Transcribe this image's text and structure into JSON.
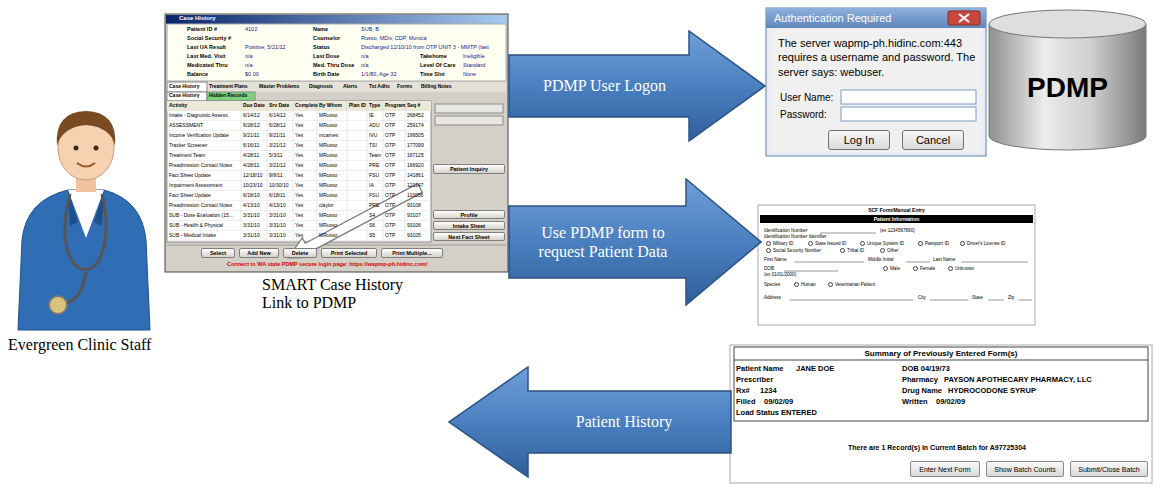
{
  "diagram": {
    "nodes": [
      {
        "text": [
          "SMART Case History Link to PDMP"
        ]
      },
      {
        "text": [
          "Patient Inquiry"
        ],
        "in": 0
      },
      {
        "text": [
          "Profile"
        ],
        "in": 0
      },
      {
        "text": [
          "Intake Sheet"
        ],
        "in": 0
      },
      {
        "text": [
          "Next Fact Sheet"
        ],
        "in": 0
      },
      {
        "text": [
          "Select"
        ],
        "in": 0
      },
      {
        "text": [
          "Add New"
        ],
        "in": 0
      },
      {
        "text": [
          "Delete"
        ],
        "in": 0
      },
      {
        "text": [
          "Print Selected"
        ],
        "in": 0
      },
      {
        "text": [
          "Print Multiple..."
        ],
        "in": 0
      },
      {
        "text": [
          "PDMP User Logon"
        ]
      },
      {
        "text": [
          "Authentication Required",
          "The server wapmp-ph.hidinc.com:443 requires a username and password. The server says: webuser."
        ]
      },
      {
        "text": [
          "Log In"
        ],
        "in": 11
      },
      {
        "text": [
          "Cancel"
        ],
        "in": 11
      },
      {
        "text": [
          "PDMP"
        ]
      },
      {
        "text": [
          "Use PDMP form to request Patient Data"
        ]
      },
      {
        "text": [
          "SCF Form/Manual Entry"
        ]
      },
      {
        "text": [
          "Patient Information"
        ],
        "in": 16
      },
      {
        "text": [
          "Patient History"
        ]
      },
      {
        "text": [
          "Summary of Previously Entered Form(s)"
        ]
      },
      {
        "text": [
          "Enter Next Form"
        ],
        "in": 19
      },
      {
        "text": [
          "Show Batch Counts"
        ],
        "in": 19
      },
      {
        "text": [
          "Submit/Close Batch"
        ],
        "in": 19
      }
    ],
    "labels": [
      "Evergreen Clinic Staff",
      "Case History",
      "Patient ID #",
      "4102",
      "Name",
      "SUB, B",
      "Social Security #",
      "Counselor",
      "Russo, MDiv, CDP, Monica",
      "Last UA Result",
      "Positive, 5/21/12",
      "Status",
      "Discharged 12/10/10 from OTP UNIT 3 - MMTP (last",
      "Last Med. Visit",
      "n/a",
      "Last Dose",
      "n/a",
      "Takehome",
      "Ineligible",
      "Medicated Thru",
      "n/a",
      "Med. Thru Dose",
      "n/a",
      "Level Of Care",
      "Standard",
      "Balance",
      "$0.00",
      "Birth Date",
      "1/1/80, Age 32",
      "Time Slot",
      "None",
      "Case History",
      "Treatment Plans",
      "Master Problems",
      "Diagnosis",
      "Alerts",
      "Tst Adhs",
      "Forms",
      "Billing Notes",
      "Case History",
      "Hidden Records",
      "Activity",
      "Due Date",
      "Srv Date",
      "Complete",
      "By Whom",
      "Plan ID",
      "Type",
      "Program",
      "Seq #",
      "Intake - Diagnostic Assess.",
      "6/14/12",
      "6/14/12",
      "Yes",
      "MRusso",
      "IE",
      "OTP",
      "268452",
      "ASSESSMENT",
      "6/28/12",
      "6/28/12",
      "Yes",
      "MRusso",
      "ADU",
      "OTP",
      "259174",
      "Income Verification Update",
      "9/21/11",
      "9/21/11",
      "Yes",
      "mcarnes",
      "IVU",
      "OTP",
      "199505",
      "Tracker Screener",
      "6/16/11",
      "3/21/12",
      "Yes",
      "MRusso",
      "TSI",
      "OTP",
      "177099",
      "Treatment Team",
      "4/28/11",
      "5/3/11",
      "Yes",
      "MRusso",
      "Team",
      "OTP",
      "167125",
      "Preadmission Contact Notes",
      "4/28/11",
      "3/21/12",
      "Yes",
      "MRusso",
      "PRE",
      "OTP",
      "166920",
      "Fact Sheet Update",
      "12/18/10",
      "9/8/11",
      "Yes",
      "MRusso",
      "FSU",
      "OTP",
      "141861",
      "Impairment Assessment",
      "10/23/10",
      "10/30/10",
      "Yes",
      "MRusso",
      "IA",
      "OTP",
      "121147",
      "Fact Sheet Update",
      "6/18/10",
      "6/18/11",
      "Yes",
      "MRusso",
      "FSU",
      "OTP",
      "110056",
      "Preadmission Contact Notes",
      "4/13/10",
      "4/13/10",
      "Yes",
      "claylor",
      "PRE",
      "OTP",
      "93108",
      "SUB - Dose Evaluation (15...",
      "3/31/10",
      "3/31/10",
      "Yes",
      "MRusso",
      "S4",
      "OTP",
      "93107",
      "SUB - Health & Physical",
      "3/31/10",
      "3/31/10",
      "Yes",
      "MRusso",
      "S6",
      "OTP",
      "93106",
      "SUB - Medical Intake",
      "3/31/10",
      "3/31/10",
      "Yes",
      "MRusso",
      "S5",
      "OTP",
      "93105",
      "Connect to WA state PDMP secure login page: https://wapmp-ph.hidinc.com/",
      "User Name:",
      "Password:",
      "Identification Number",
      "(ex 1234567890)",
      "Identification Number Identifier",
      "Military ID",
      "State Issued ID",
      "Unique System ID",
      "Passport ID",
      "Driver's License ID",
      "Social Security Number",
      "Tribal ID",
      "Other",
      "First Name",
      "Middle Initial",
      "Last Name",
      "DOB",
      "(ex 01/01/2000)",
      "Male",
      "Female",
      "Unknown",
      "Species",
      "Human",
      "Veterinarian Patient",
      "Address",
      "City",
      "State",
      "Zip",
      "Patient Name",
      "JANE DOE",
      "DOB 04/19/73",
      "Prescriber",
      "Pharmacy",
      "PAYSON APOTHECARY PHARMACY, LLC",
      "Rx#",
      "1234",
      "Drug Name",
      "HYDROCODONE SYRUP",
      "Filled",
      "09/02/09",
      "Written",
      "09/02/09",
      "Load Status ENTERED",
      "There are 1 Record(s) in Current Batch for A97725304"
    ]
  }
}
